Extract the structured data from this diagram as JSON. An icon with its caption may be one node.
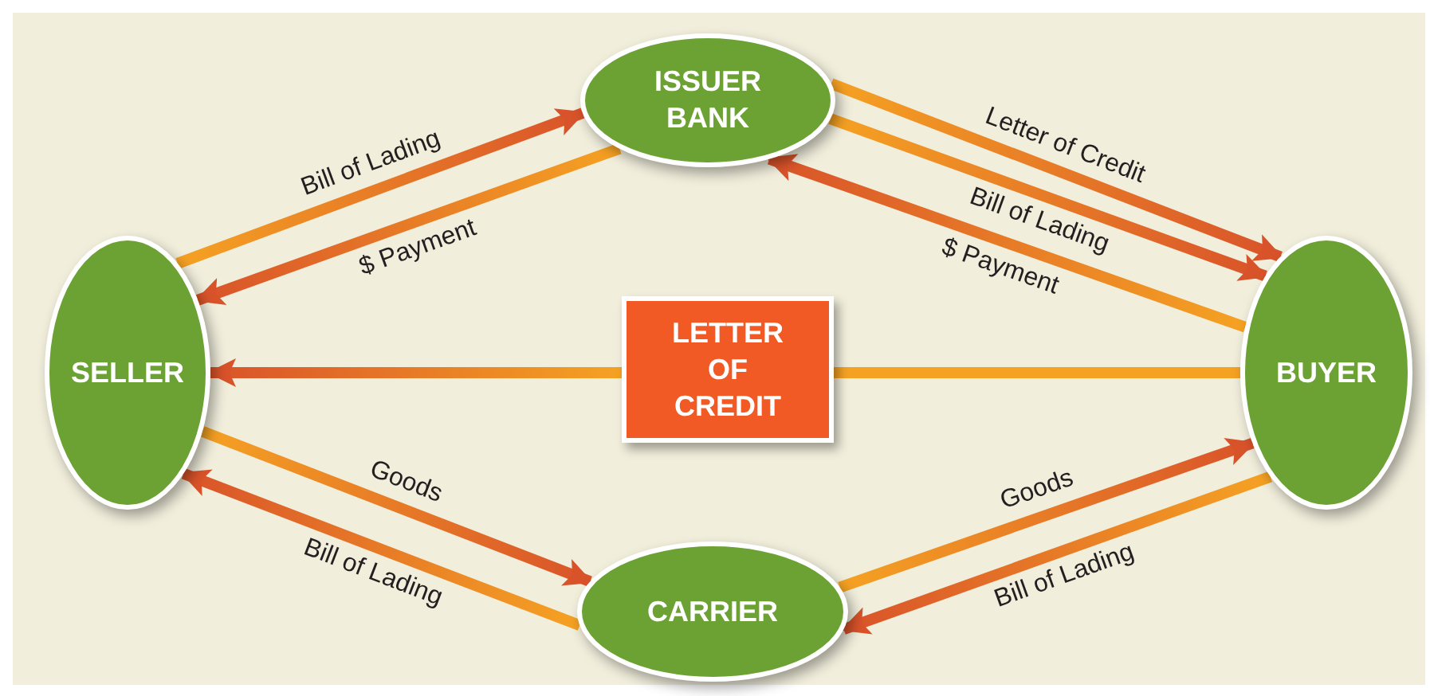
{
  "diagram": {
    "nodes": [
      {
        "text": [
          "ISSUER BANK"
        ]
      },
      {
        "text": [
          "SELLER"
        ]
      },
      {
        "text": [
          "LETTER OF CREDIT"
        ]
      },
      {
        "text": [
          "BUYER"
        ]
      },
      {
        "text": [
          "CARRIER"
        ]
      }
    ],
    "edges": [
      {
        "from": 1,
        "to": 0,
        "arrow": "to",
        "label": "Bill of Lading"
      },
      {
        "from": 0,
        "to": 1,
        "arrow": "to",
        "label": "$ Payment"
      },
      {
        "from": 0,
        "to": 3,
        "arrow": "to",
        "label": "Letter of Credit"
      },
      {
        "from": 0,
        "to": 3,
        "arrow": "to",
        "label": "Bill of Lading"
      },
      {
        "from": 3,
        "to": 0,
        "arrow": "to",
        "label": "$ Payment"
      },
      {
        "from": 3,
        "to": 2,
        "arrow": "none"
      },
      {
        "from": 2,
        "to": 1,
        "arrow": "to"
      },
      {
        "from": 1,
        "to": 4,
        "arrow": "to",
        "label": "Goods"
      },
      {
        "from": 4,
        "to": 1,
        "arrow": "to",
        "label": "Bill of Lading"
      },
      {
        "from": 4,
        "to": 3,
        "arrow": "to",
        "label": "Goods"
      },
      {
        "from": 3,
        "to": 4,
        "arrow": "to",
        "label": "Bill of Lading"
      }
    ]
  }
}
